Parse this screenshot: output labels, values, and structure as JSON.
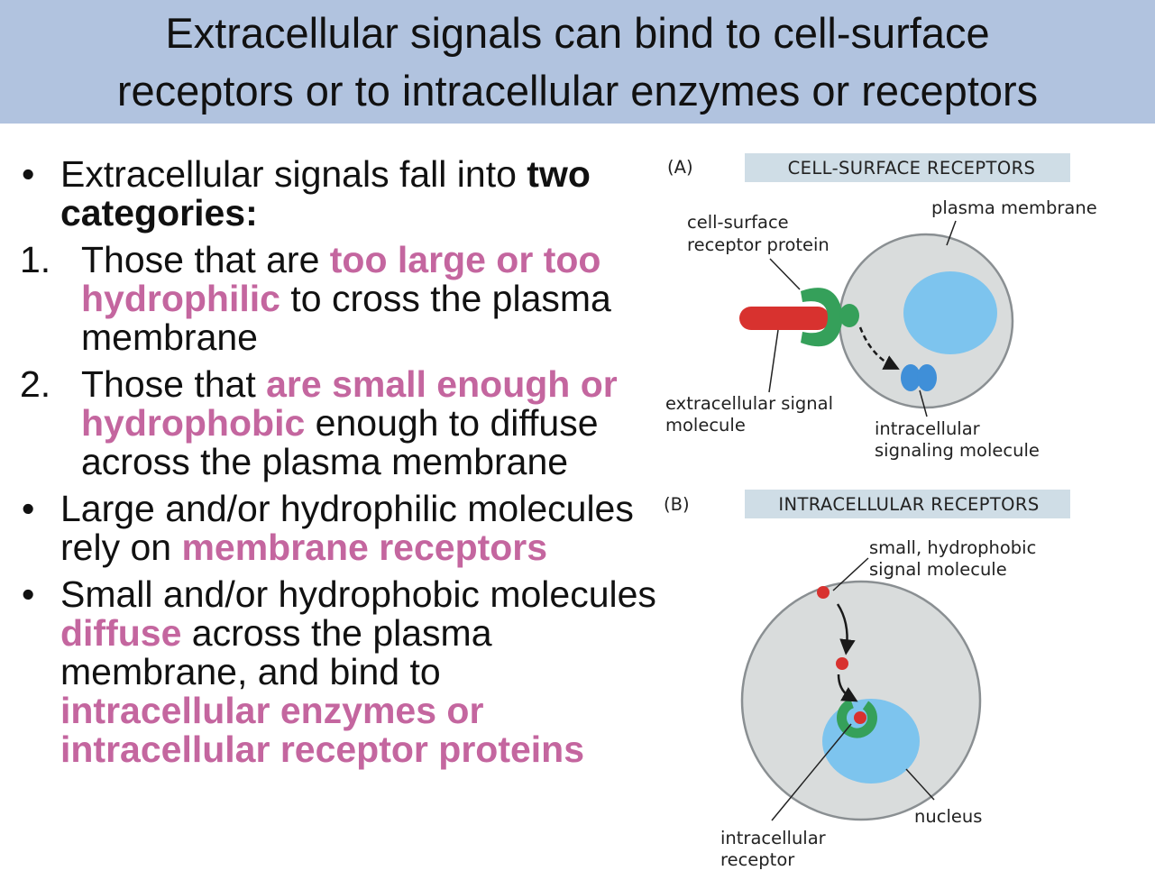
{
  "title": {
    "line1": "Extracellular signals can bind to cell-surface",
    "line2": "receptors or to intracellular enzymes or receptors"
  },
  "bullets": {
    "b1": {
      "marker": "•",
      "text_a": "Extracellular signals fall into ",
      "bold": "two categories:"
    },
    "n1": {
      "marker": "1.",
      "text_a": "Those that are ",
      "highlight": "too large or too hydrophilic",
      "text_b": " to cross the plasma membrane"
    },
    "n2": {
      "marker": "2.",
      "text_a": "Those that ",
      "highlight": "are small enough or hydrophobic",
      "text_b": " enough to diffuse across the plasma membrane"
    },
    "b2": {
      "marker": "•",
      "text_a": "Large and/or hydrophilic molecules rely on ",
      "highlight": "membrane receptors"
    },
    "b3": {
      "marker": "•",
      "text_a": "Small and/or hydrophobic molecules ",
      "highlight": "diffuse",
      "text_b": " across the plasma membrane, and bind to ",
      "highlight2": "intracellular enzymes or intracellular receptor proteins"
    }
  },
  "panelA": {
    "letter": "(A)",
    "header": "CELL-SURFACE RECEPTORS",
    "label_plasma": "plasma membrane",
    "label_receptor_1": "cell-surface",
    "label_receptor_2": "receptor protein",
    "label_signal_1": "extracellular signal",
    "label_signal_2": "molecule",
    "label_intra_1": "intracellular",
    "label_intra_2": "signaling molecule"
  },
  "panelB": {
    "letter": "(B)",
    "header": "INTRACELLULAR RECEPTORS",
    "label_small_1": "small, hydrophobic",
    "label_small_2": "signal molecule",
    "label_nucleus": "nucleus",
    "label_receptor_1": "intracellular",
    "label_receptor_2": "receptor"
  },
  "colors": {
    "title_bg": "#b1c3df",
    "highlight": "#c4669f",
    "cell_fill": "#d9dcdc",
    "nucleus_fill": "#7dc4ee",
    "signal_red": "#d8322f",
    "receptor_green": "#35a05a",
    "header_bg": "#cfdde6"
  }
}
